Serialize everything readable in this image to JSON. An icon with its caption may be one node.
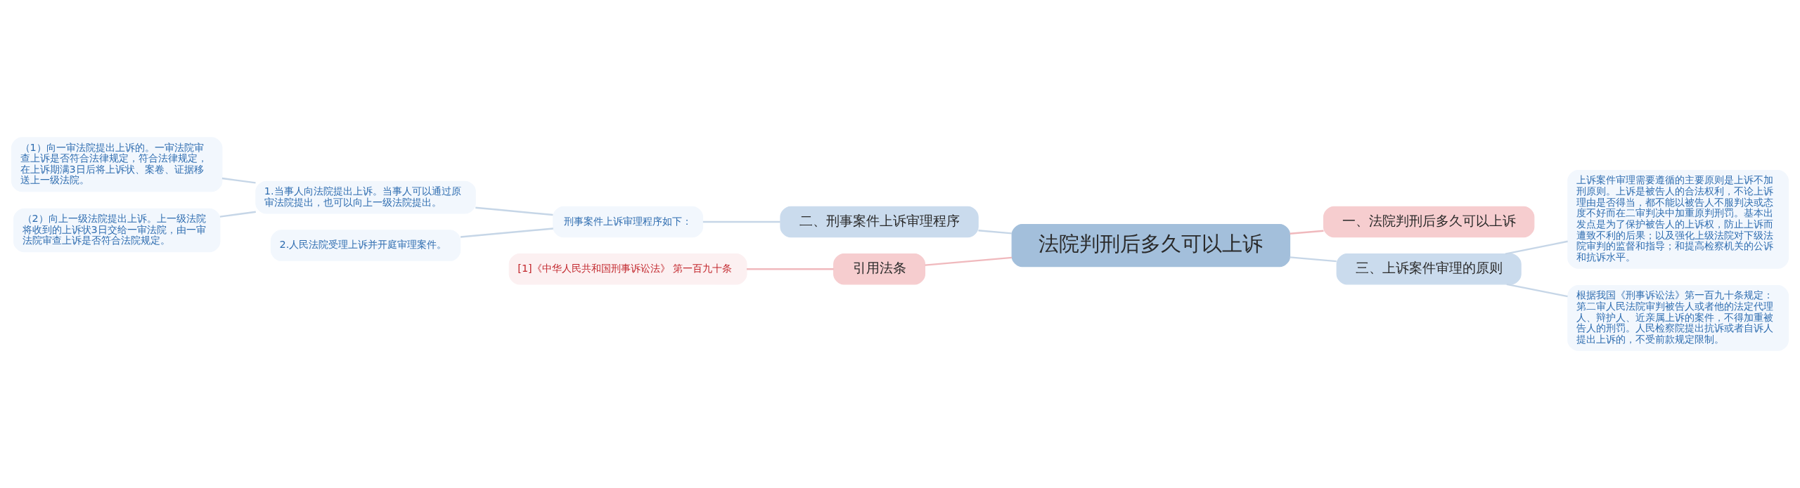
{
  "diagram": {
    "nodes": [
      {
        "text": [
          "法院判刑后多久可以上诉"
        ]
      },
      {
        "text": [
          "一、法院判刑后多久可以上诉"
        ]
      },
      {
        "text": [
          "二、刑事案件上诉审理程序"
        ]
      },
      {
        "text": [
          "刑事案件上诉审理程序如下："
        ]
      },
      {
        "text": [
          "1.当事人向法院提出上诉。当事人可以通过原审法院提出，也可以向上一级法院提出。"
        ]
      },
      {
        "text": [
          "（1）向一审法院提出上诉的。一审法院审查上诉是否符合法律规定，符合法律规定，在上诉期满3日后将上诉状、案卷、证据移送上一级法院。"
        ]
      },
      {
        "text": [
          "（2）向上一级法院提出上诉。上一级法院将收到的上诉状3日交给一审法院，由一审法院审查上诉是否符合法院规定。"
        ]
      },
      {
        "text": [
          "2.人民法院受理上诉并开庭审理案件。"
        ]
      },
      {
        "text": [
          "三、上诉案件审理的原则"
        ]
      },
      {
        "text": [
          "上诉案件审理需要遵循的主要原则是上诉不加刑原则。上诉是被告人的合法权利，不论上诉理由是否得当，都不能以被告人不服判决或态度不好而在二审判决中加重原判刑罚。基本出发点是为了保护被告人的上诉权，防止上诉而遭致不利的后果；以及强化上级法院对下级法院审判的监督和指导；和提高检察机关的公诉和抗诉水平。"
        ]
      },
      {
        "text": [
          "根据我国《刑事诉讼法》第一百九十条规定：第二审人民法院审判被告人或者他的法定代理人、辩护人、近亲属上诉的案件，不得加重被告人的刑罚。人民检察院提出抗诉或者自诉人提出上诉的，不受前款规定限制。"
        ]
      },
      {
        "text": [
          "引用法条"
        ]
      },
      {
        "text": [
          "[1]《中华人民共和国刑事诉讼法》 第一百九十条"
        ]
      }
    ],
    "edges": [
      {
        "from": 0,
        "to": 1,
        "arrow": "none",
        "color": "#f0b9bd"
      },
      {
        "from": 0,
        "to": 2,
        "arrow": "none"
      },
      {
        "from": 2,
        "to": 3,
        "arrow": "none"
      },
      {
        "from": 3,
        "to": 4,
        "arrow": "none"
      },
      {
        "from": 4,
        "to": 5,
        "arrow": "none"
      },
      {
        "from": 4,
        "to": 6,
        "arrow": "none"
      },
      {
        "from": 3,
        "to": 7,
        "arrow": "none"
      },
      {
        "from": 0,
        "to": 8,
        "arrow": "none"
      },
      {
        "from": 8,
        "to": 9,
        "arrow": "none"
      },
      {
        "from": 8,
        "to": 10,
        "arrow": "none"
      },
      {
        "from": 0,
        "to": 11,
        "arrow": "none",
        "color": "#f0b9bd"
      },
      {
        "from": 11,
        "to": 12,
        "arrow": "none",
        "color": "#f0b9bd"
      }
    ]
  }
}
